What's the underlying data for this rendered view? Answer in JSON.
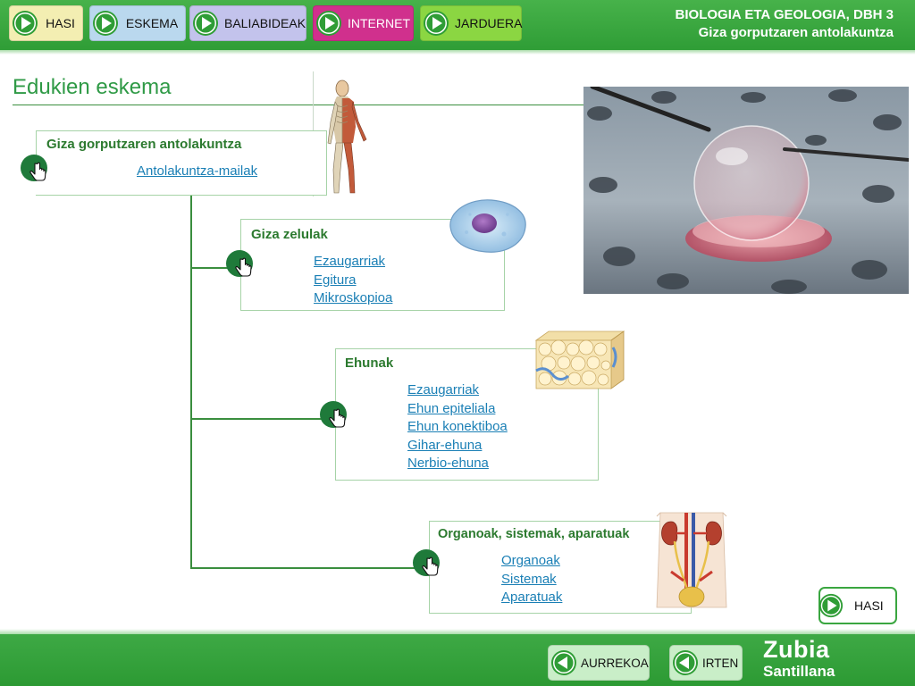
{
  "nav": {
    "buttons": [
      {
        "label": "HASI",
        "color": "#f3eeb2"
      },
      {
        "label": "ESKEMA",
        "color": "#bad8ee"
      },
      {
        "label": "BALIABIDEAK",
        "color": "#c3c3ec"
      },
      {
        "label": "INTERNET",
        "color": "#d0308d"
      },
      {
        "label": "JARDUERA",
        "color": "#8bd642"
      }
    ]
  },
  "header": {
    "line1": "BIOLOGIA ETA GEOLOGIA, DBH 3",
    "line2": "Giza gorputzaren antolakuntza"
  },
  "main": {
    "heading": "Edukien eskema",
    "sections": [
      {
        "title": "Giza gorputzaren antolakuntza",
        "links": [
          "Antolakuntza-mailak"
        ]
      },
      {
        "title": "Giza zelulak",
        "links": [
          "Ezaugarriak",
          "Egitura",
          "Mikroskopioa"
        ]
      },
      {
        "title": "Ehunak",
        "links": [
          "Ezaugarriak",
          "Ehun epiteliala",
          "Ehun konektiboa",
          "Gihar-ehuna",
          "Nerbio-ehuna"
        ]
      },
      {
        "title": "Organoak, sistemak, aparatuak",
        "links": [
          "Organoak",
          "Sistemak",
          "Aparatuak"
        ]
      }
    ]
  },
  "footer": {
    "aurrekoa_label": "AURREKOA",
    "irten_label": "IRTEN",
    "hasi_label": "HASI",
    "brand_line1": "Zubia",
    "brand_line2": "Santillana"
  },
  "colors": {
    "accent_green": "#2f9d36",
    "link_blue": "#1a7fb5",
    "bullet_green": "#1f7a3a"
  },
  "icons": [
    "play-icon",
    "hand-pointer-icon",
    "back-arrow-icon"
  ]
}
